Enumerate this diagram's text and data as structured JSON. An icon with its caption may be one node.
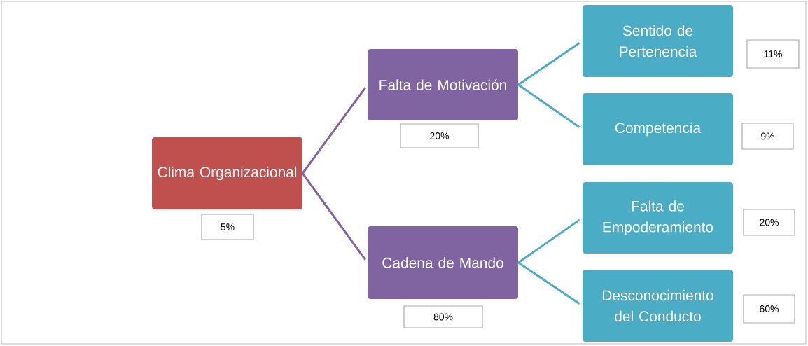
{
  "diagram": {
    "nodes": [
      {
        "text": [
          "Clima Organizacional"
        ]
      },
      {
        "text": [
          "Falta de Motivación"
        ]
      },
      {
        "text": [
          "Cadena de Mando"
        ]
      },
      {
        "text": [
          "Sentido de Pertenencia"
        ]
      },
      {
        "text": [
          "Competencia"
        ]
      },
      {
        "text": [
          "Falta de Empoderamiento"
        ]
      },
      {
        "text": [
          "Desconocimiento del Conducto"
        ]
      },
      {
        "text": [
          "5%"
        ]
      },
      {
        "text": [
          "20%"
        ]
      },
      {
        "text": [
          "80%"
        ]
      },
      {
        "text": [
          "11%"
        ]
      },
      {
        "text": [
          "9%"
        ]
      },
      {
        "text": [
          "20%"
        ]
      },
      {
        "text": [
          "60%"
        ]
      }
    ],
    "edges": [
      {
        "from": 0,
        "to": 1,
        "arrow": "none",
        "color": "#8064a2"
      },
      {
        "from": 0,
        "to": 2,
        "arrow": "none",
        "color": "#8064a2"
      },
      {
        "from": 1,
        "to": 3,
        "arrow": "none"
      },
      {
        "from": 1,
        "to": 4,
        "arrow": "none"
      },
      {
        "from": 2,
        "to": 5,
        "arrow": "none"
      },
      {
        "from": 2,
        "to": 6,
        "arrow": "none"
      }
    ]
  }
}
